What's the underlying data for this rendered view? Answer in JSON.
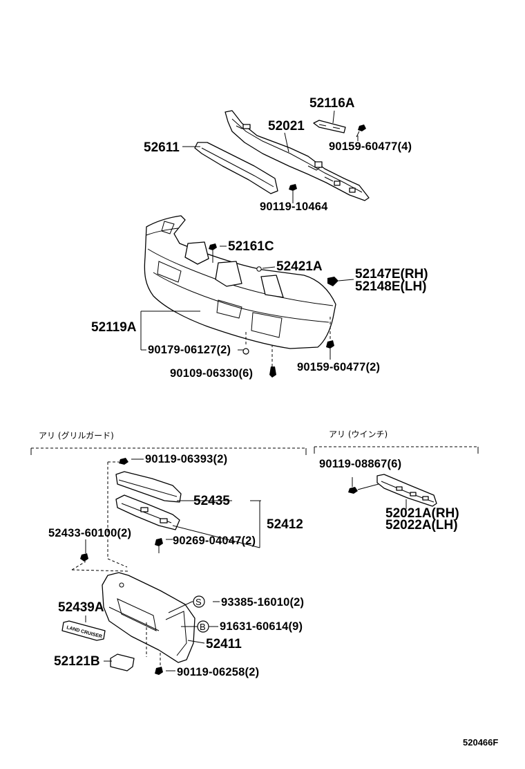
{
  "diagram": {
    "labels": {
      "p52116A": "52116A",
      "p52021": "52021",
      "p52611": "52611",
      "p90159_60477_4": "90159-60477(4)",
      "p90119_10464": "90119-10464",
      "p52161C": "52161C",
      "p52421A": "52421A",
      "p52147E": "52147E(RH)",
      "p52148E": "52148E(LH)",
      "p52119A": "52119A",
      "p90179_06127": "90179-06127(2)",
      "p90109_06330": "90109-06330(6)",
      "p90159_60477_2": "90159-60477(2)",
      "sec_grille": "アリ (グリルガード)",
      "sec_winch": "アリ (ウインチ)",
      "p90119_06393": "90119-06393(2)",
      "p52435": "52435",
      "p52412": "52412",
      "p52433": "52433-60100(2)",
      "p90269_04047": "90269-04047(2)",
      "p90119_08867": "90119-08867(6)",
      "p52021A": "52021A(RH)",
      "p52022A": "52022A(LH)",
      "p93385": "93385-16010(2)",
      "p91631": "91631-60614(9)",
      "p52439A": "52439A",
      "p52411": "52411",
      "p52121B": "52121B",
      "p90119_06258": "90119-06258(2)",
      "marker_s": "S",
      "marker_b": "B",
      "emblem_text": "LAND CRUISER",
      "drawing_code": "520466F"
    }
  }
}
